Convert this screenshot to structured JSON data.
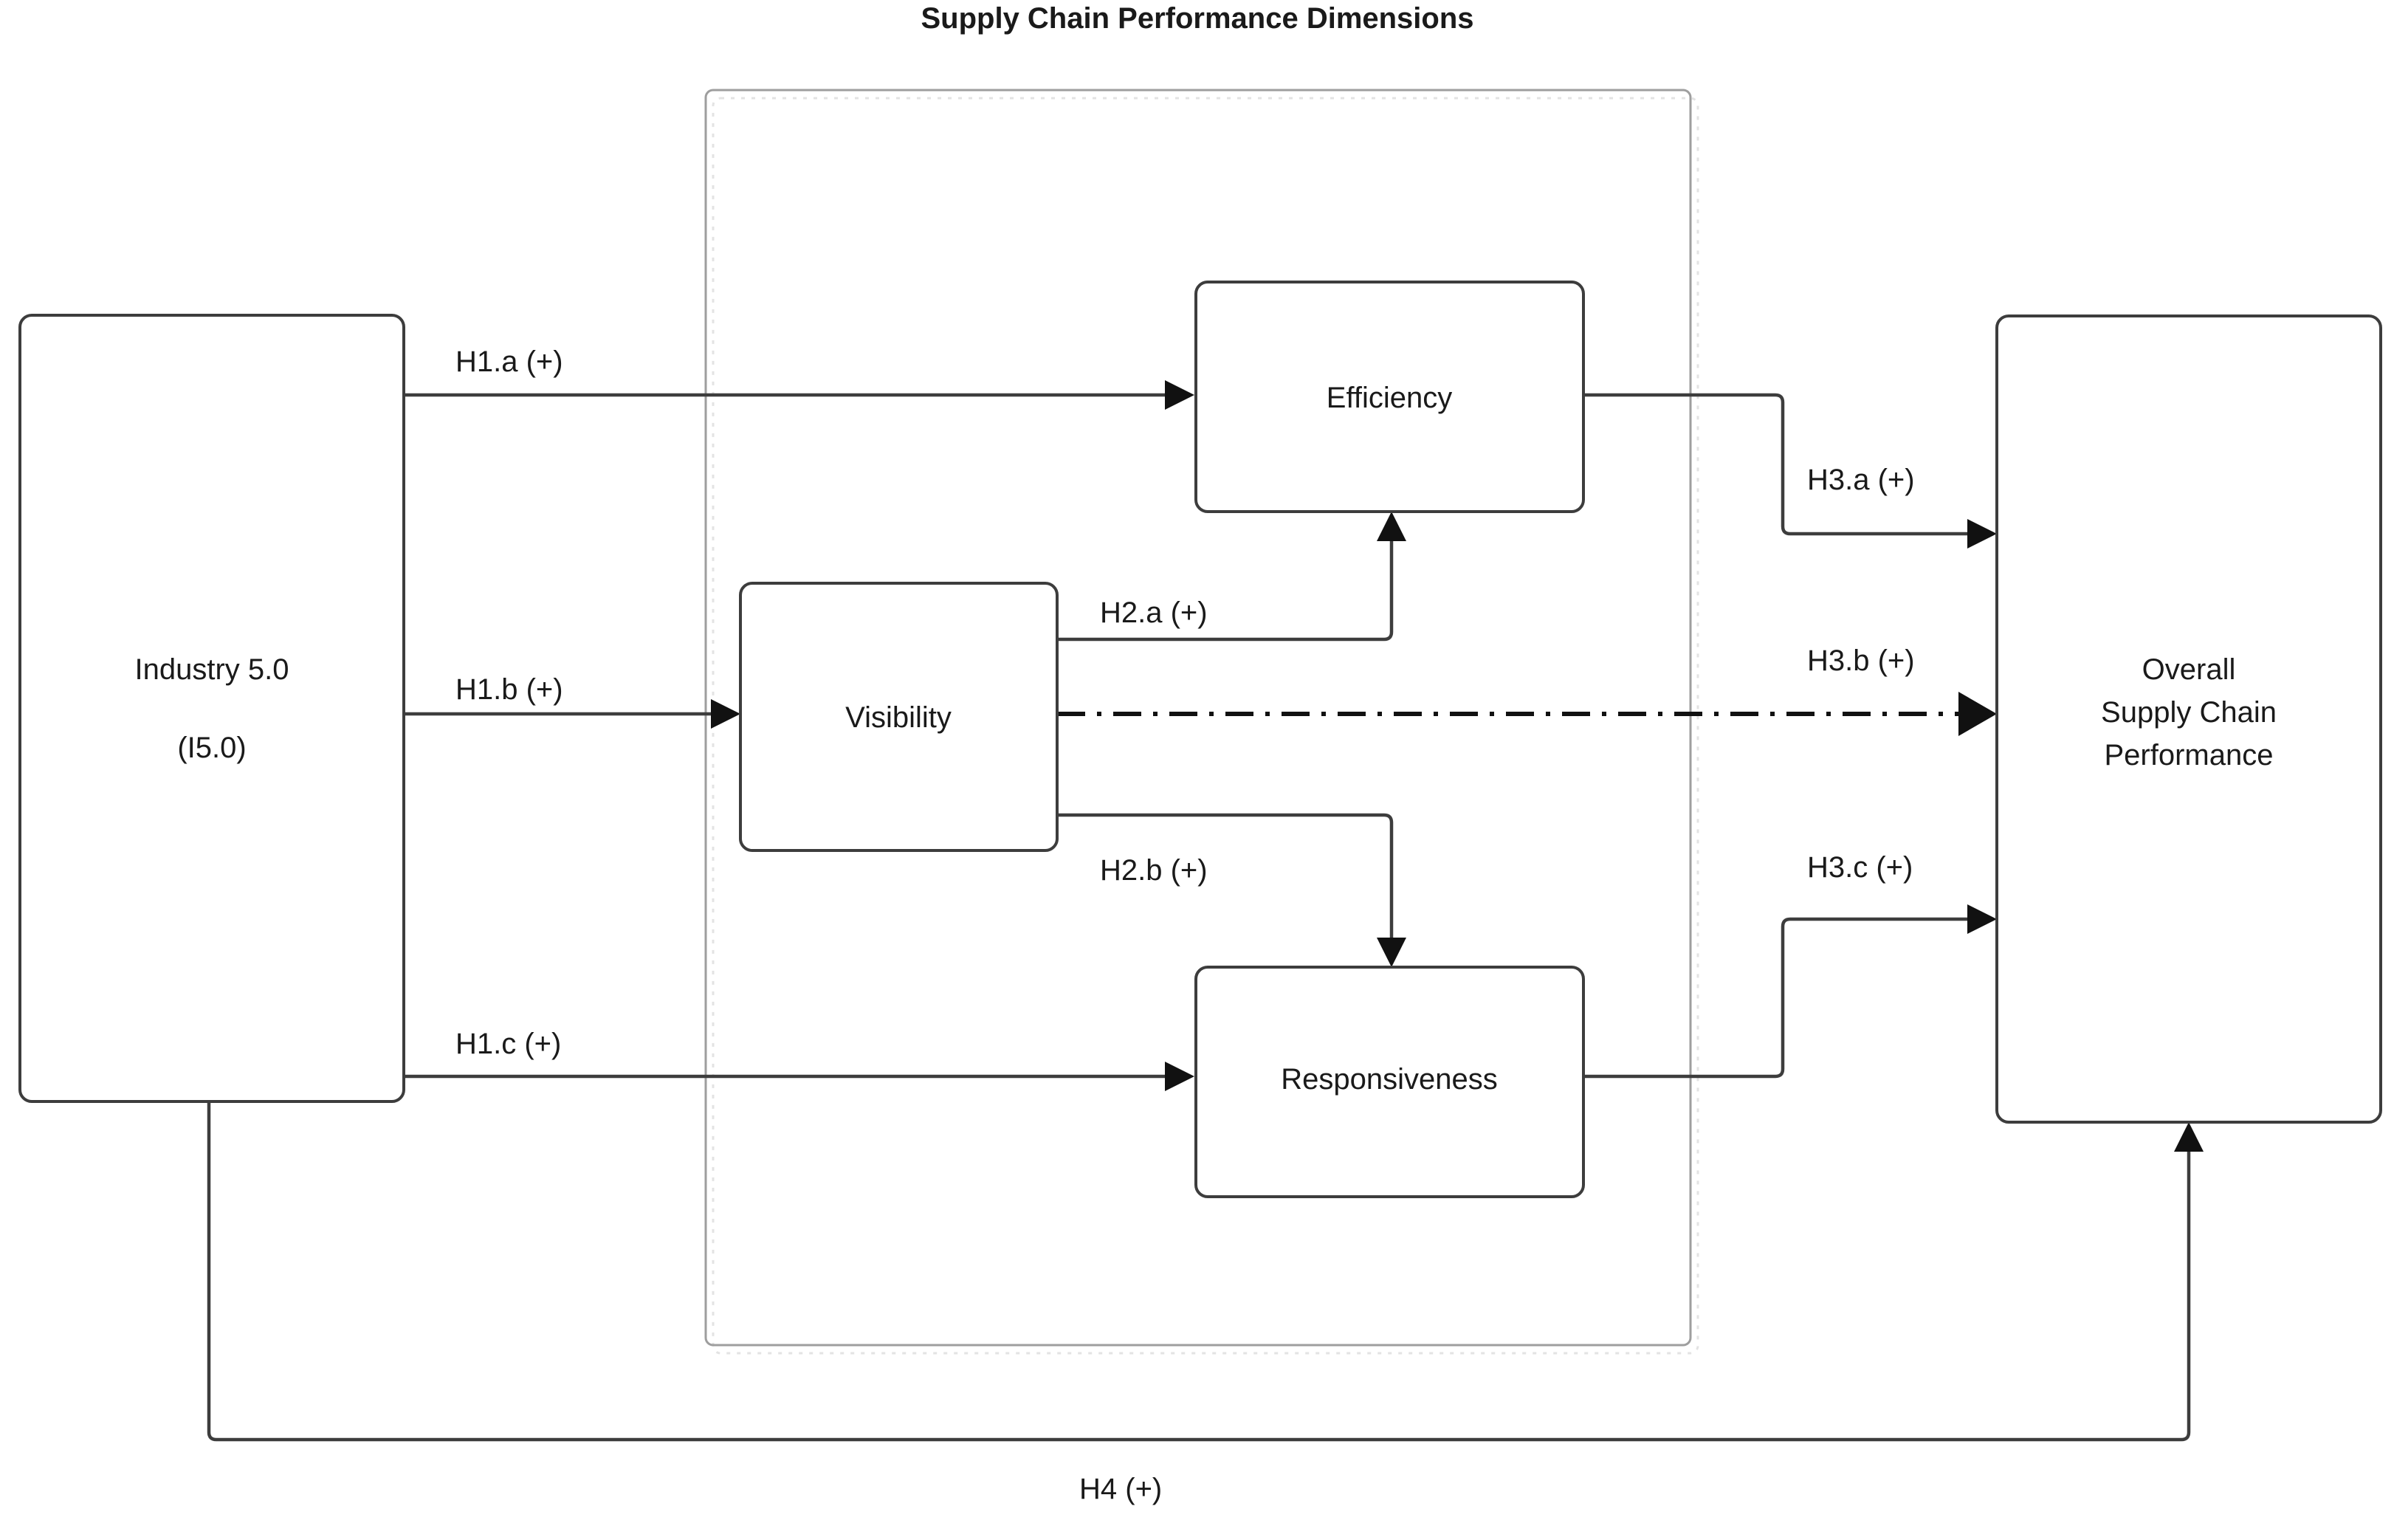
{
  "diagram": {
    "title": "Supply Chain Performance Dimensions",
    "container_label": "Supply Chain Performance Dimensions",
    "nodes": {
      "industry": {
        "line1": "Industry 5.0",
        "line2": "(I5.0)"
      },
      "visibility": {
        "label": "Visibility"
      },
      "efficiency": {
        "label": "Efficiency"
      },
      "responsiveness": {
        "label": "Responsiveness"
      },
      "overall": {
        "line1": "Overall",
        "line2": "Supply Chain",
        "line3": "Performance"
      }
    },
    "hypotheses": {
      "h1a": "H1.a (+)",
      "h1b": "H1.b (+)",
      "h1c": "H1.c (+)",
      "h2a": "H2.a (+)",
      "h2b": "H2.b (+)",
      "h3a": "H3.a (+)",
      "h3b": "H3.b (+)",
      "h3c": "H3.c (+)",
      "h4": "H4 (+)"
    },
    "colors": {
      "box_stroke": "#3d3d3d",
      "container_stroke": "#9e9e9e",
      "connector": "#3d3d3d",
      "text": "#1a1a1a",
      "background": "#ffffff"
    }
  }
}
